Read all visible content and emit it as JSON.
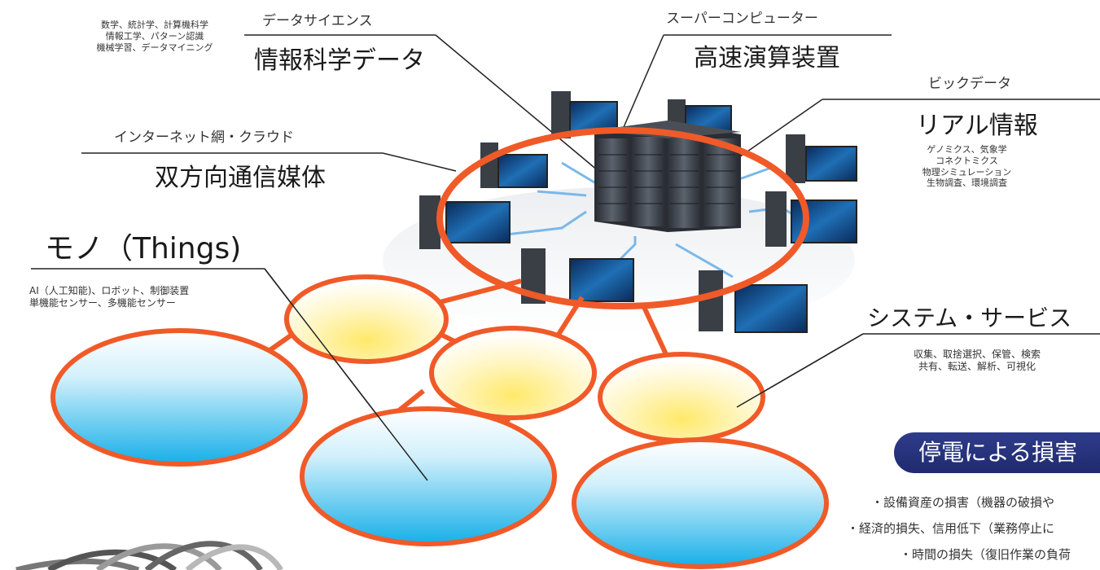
{
  "data_science": {
    "label": "データサイエンス",
    "title": "情報科学データ",
    "fields": [
      "数学、統計学、計算機科学",
      "情報工学、パターン認識",
      "機械学習、データマイニング"
    ]
  },
  "supercomputer": {
    "label": "スーパーコンピューター",
    "title": "高速演算装置"
  },
  "big_data": {
    "label": "ビックデータ",
    "title": "リアル情報",
    "fields": [
      "ゲノミクス、気象学",
      "コネクトミクス",
      "物理シミュレーション",
      "生物調査、環境調査"
    ]
  },
  "network": {
    "label": "インターネット網・クラウド",
    "title": "双方向通信媒体"
  },
  "things": {
    "title": "モノ（Things)",
    "fields": [
      "AI（人工知能)、ロボット、制御装置",
      "単機能センサー、多機能センサー"
    ]
  },
  "system_service": {
    "title": "システム・サービス",
    "fields": [
      "収集、取捨選択、保管、検索",
      "共有、転送、解析、可視化"
    ]
  },
  "outage": {
    "title": "停電による損害",
    "items": [
      "・設備資産の損害（機器の破損や",
      "・経済的損失、信用低下（業務停止に",
      "・時間の損失（復旧作業の負荷"
    ]
  },
  "colors": {
    "ring": "#f05a28",
    "yellow_fill": "#fff7b0",
    "blue_fill": "#1eb3ea",
    "badge": "#26307a"
  }
}
